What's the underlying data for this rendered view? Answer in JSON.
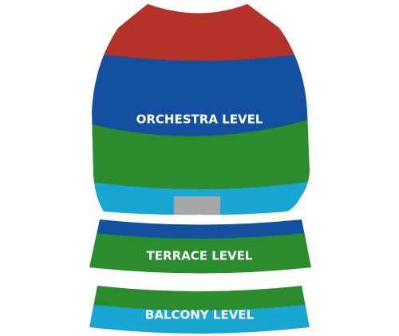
{
  "sections": {
    "orchestra": {
      "label": "ORCHESTRA LEVEL"
    },
    "terrace": {
      "label": "TERRACE LEVEL"
    },
    "balcony": {
      "label": "BALCONY LEVEL"
    }
  },
  "colors": {
    "red": "#b5322a",
    "blue": "#1450a0",
    "green": "#2b8c2d",
    "light_blue": "#1aa6d3",
    "gray": "#a7a7a7"
  }
}
